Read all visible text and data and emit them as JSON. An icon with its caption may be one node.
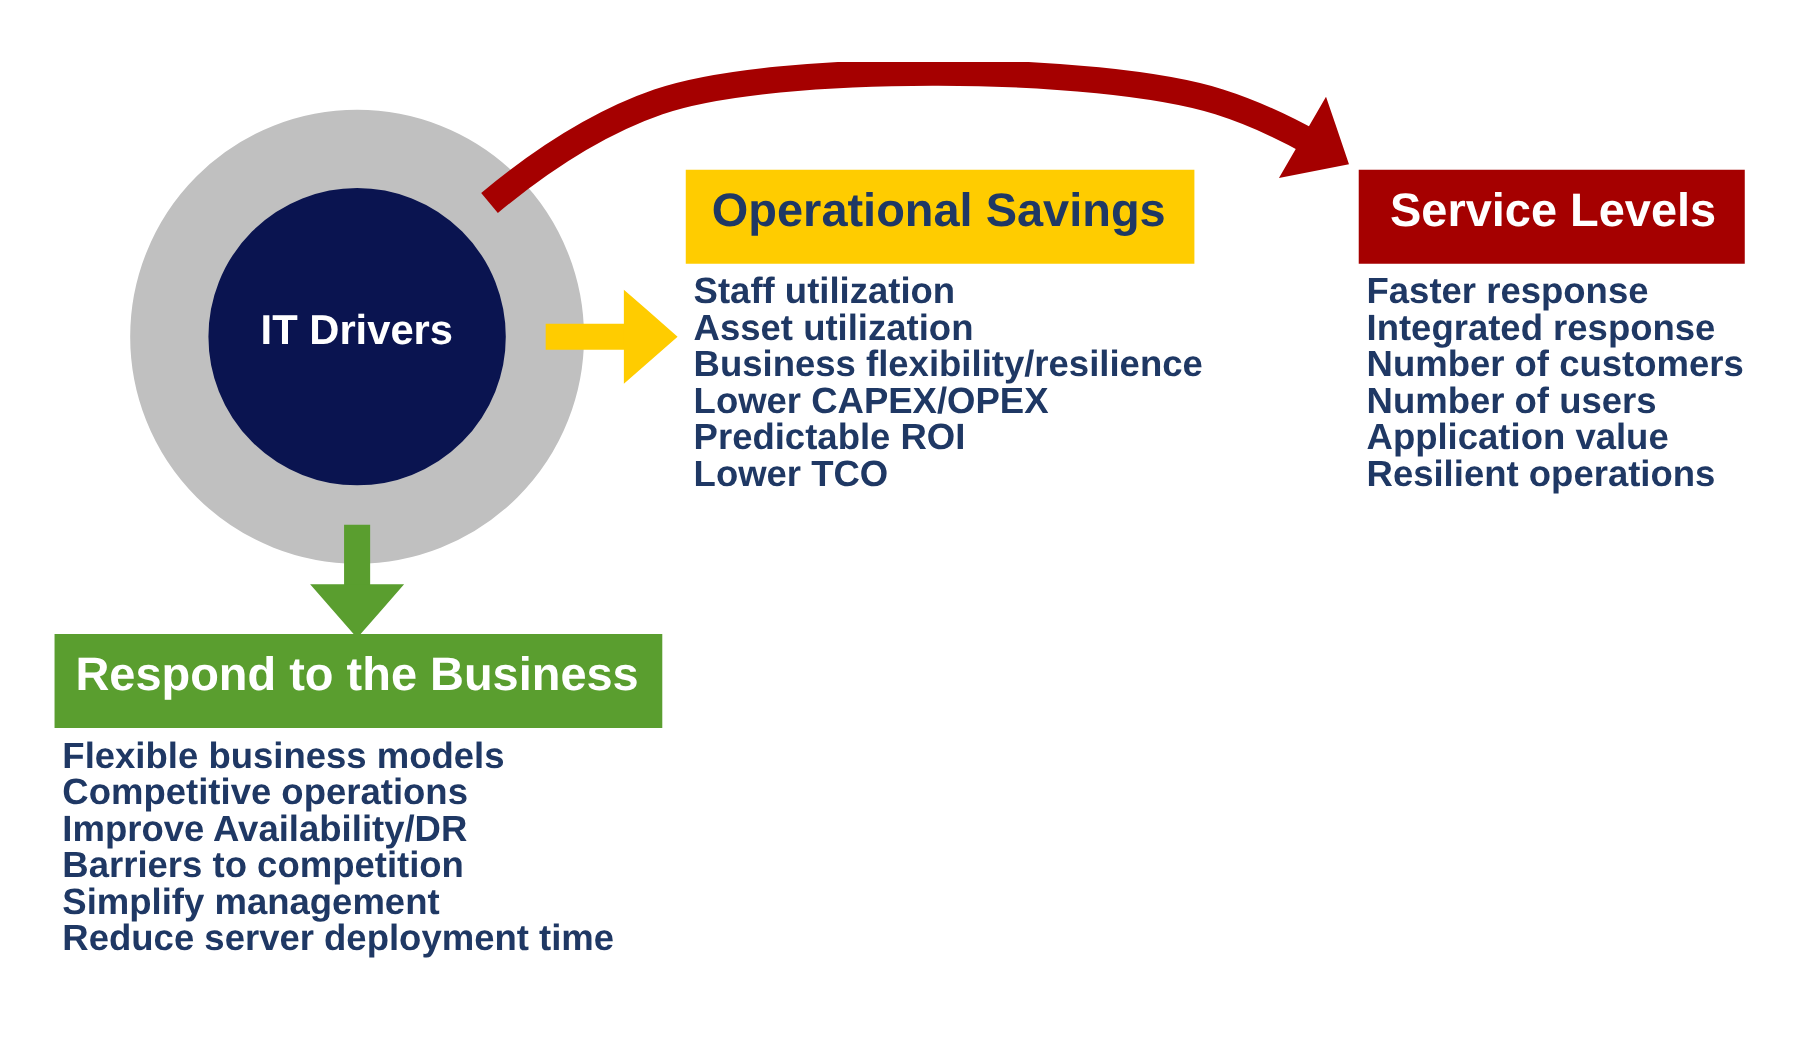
{
  "diagram": {
    "nodes": [
      {
        "text": [
          "IT Drivers"
        ]
      },
      {
        "text": [
          "Service Levels"
        ],
        "beside": [
          "Faster response",
          "Integrated response",
          "Number of customers",
          "Number of users",
          "Application value",
          "Resilient operations"
        ]
      },
      {
        "text": [
          "Operational Savings"
        ],
        "beside": [
          "Staff utilization",
          "Asset utilization",
          "Business flexibility/resilience",
          "Lower CAPEX/OPEX",
          "Predictable ROI",
          "Lower TCO"
        ]
      },
      {
        "text": [
          "Respond to the Business"
        ],
        "beside": [
          "Flexible business models",
          "Competitive operations",
          "Improve Availability/DR",
          "Barriers to competition",
          "Simplify management",
          "Reduce server deployment time"
        ]
      }
    ],
    "edges": [
      {
        "from": 0,
        "to": 1,
        "arrow": "to",
        "color": "#a50000"
      },
      {
        "from": 0,
        "to": 2,
        "arrow": "to",
        "color": "#ffcc00"
      },
      {
        "from": 0,
        "to": 3,
        "arrow": "to",
        "color": "#5a9e2f"
      }
    ]
  }
}
